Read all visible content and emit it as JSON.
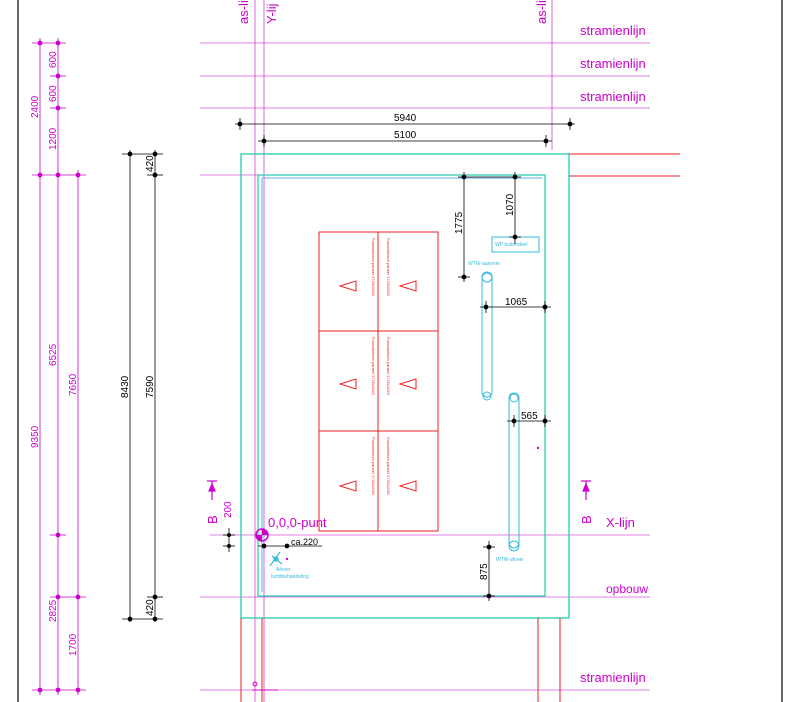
{
  "labels": {
    "as_lijn_left": "as-li",
    "y_lijn": "Y-lij",
    "as_lijn_right": "as-li",
    "stramienlijn": "stramienlijn",
    "x_lijn": "X-lijn",
    "opbouw": "opbouw",
    "origin": "0,0,0-punt",
    "section_marker": "B"
  },
  "dimensions": {
    "top_600_a": "600",
    "top_600_b": "600",
    "top_2400": "2400",
    "top_1200": "1200",
    "left_6525": "6525",
    "left_9350": "9350",
    "left_7650": "7650",
    "left_2825": "2825",
    "left_1700": "1700",
    "total_8430": "8430",
    "inner_7590": "7590",
    "top_420": "420",
    "bottom_420": "420",
    "width_5940": "5940",
    "width_5100": "5100",
    "d_1775": "1775",
    "d_1070": "1070",
    "d_1065": "1065",
    "d_565": "565",
    "d_875": "875",
    "d_200": "200",
    "ca_220": "ca.220"
  },
  "equipment": {
    "wp_label": "WP buitendeel",
    "wtw_supply": "WTW-aanvoer",
    "wtw_exhaust": "WTW-afvoer",
    "afvoer_line1": "Afvoer",
    "afvoer_line2": "luchtbehandeling",
    "panel_text": "Fotovoltaïsch paneel 1720x1040"
  },
  "colors": {
    "magenta": "#cc00cc",
    "red": "#ee2222",
    "cyan": "#33bbdd",
    "teal": "#22ccaa",
    "black": "#000000"
  }
}
